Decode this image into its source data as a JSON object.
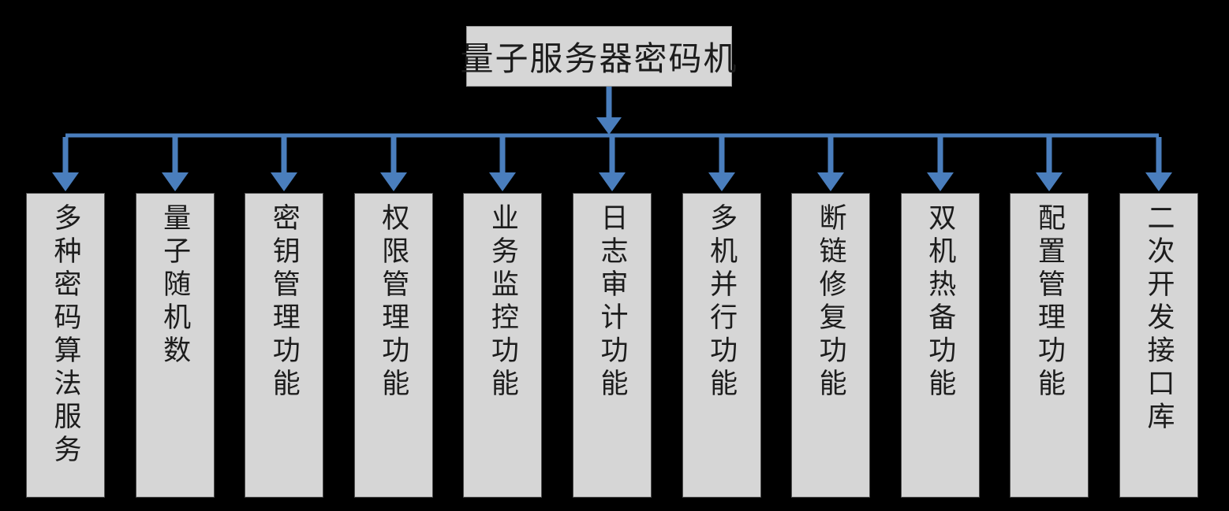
{
  "diagram": {
    "root_label": "量子服务器密码机",
    "children": [
      {
        "label": "多种密码算法服务"
      },
      {
        "label": "量子随机数"
      },
      {
        "label": "密钥管理功能"
      },
      {
        "label": "权限管理功能"
      },
      {
        "label": "业务监控功能"
      },
      {
        "label": "日志审计功能"
      },
      {
        "label": "多机并行功能"
      },
      {
        "label": "断链修复功能"
      },
      {
        "label": "双机热备功能"
      },
      {
        "label": "配置管理功能"
      },
      {
        "label": "二次开发接口库"
      }
    ],
    "colors": {
      "background": "#000000",
      "box_fill": "#d6d6d6",
      "box_border": "#4f4f4f",
      "arrow": "#4a7ebd",
      "text": "#1c1c1c"
    }
  }
}
